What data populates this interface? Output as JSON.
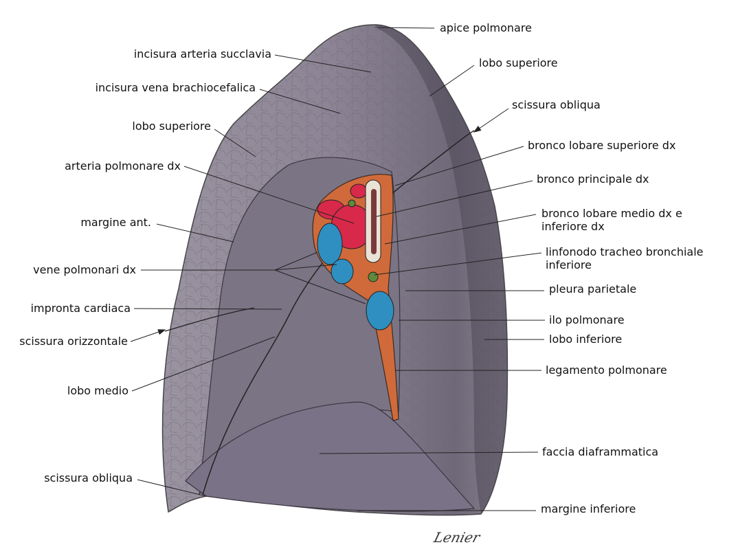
{
  "labels": [
    {
      "id": "apice-polmonare",
      "lines": [
        "apice polmonare"
      ]
    },
    {
      "id": "incisura-arteria-succlavia",
      "lines": [
        "incisura arteria succlavia"
      ]
    },
    {
      "id": "incisura-vena-brachiocefalica",
      "lines": [
        "incisura vena brachiocefalica"
      ]
    },
    {
      "id": "lobo-superiore-left",
      "lines": [
        "lobo superiore"
      ]
    },
    {
      "id": "arteria-polmonare-dx",
      "lines": [
        "arteria polmonare dx"
      ]
    },
    {
      "id": "margine-ant",
      "lines": [
        "margine ant."
      ]
    },
    {
      "id": "vene-polmonari-dx",
      "lines": [
        "vene polmonari dx"
      ]
    },
    {
      "id": "impronta-cardiaca",
      "lines": [
        "impronta cardiaca"
      ]
    },
    {
      "id": "scissura-orizzontale",
      "lines": [
        "scissura orizzontale"
      ]
    },
    {
      "id": "lobo-medio",
      "lines": [
        "lobo medio"
      ]
    },
    {
      "id": "scissura-obliqua-left",
      "lines": [
        "scissura obliqua"
      ]
    },
    {
      "id": "lobo-superiore-right",
      "lines": [
        "lobo superiore"
      ]
    },
    {
      "id": "scissura-obliqua-right",
      "lines": [
        "scissura obliqua"
      ]
    },
    {
      "id": "bronco-lobare-superiore-dx",
      "lines": [
        "bronco lobare superiore dx"
      ]
    },
    {
      "id": "bronco-principale-dx",
      "lines": [
        "bronco principale dx"
      ]
    },
    {
      "id": "bronco-lobare-medio-inferiore",
      "lines": [
        "bronco lobare medio dx e",
        "inferiore dx"
      ]
    },
    {
      "id": "linfonodo-tracheo-bronchiale",
      "lines": [
        "linfonodo tracheo bronchiale",
        "inferiore"
      ]
    },
    {
      "id": "pleura-parietale",
      "lines": [
        "pleura parietale"
      ]
    },
    {
      "id": "ilo-polmonare",
      "lines": [
        "ilo polmonare"
      ]
    },
    {
      "id": "lobo-inferiore",
      "lines": [
        "lobo inferiore"
      ]
    },
    {
      "id": "legamento-polmonare",
      "lines": [
        "legamento polmonare"
      ]
    },
    {
      "id": "faccia-diaframmatica",
      "lines": [
        "faccia diaframmatica"
      ]
    },
    {
      "id": "margine-inferiore",
      "lines": [
        "margine inferiore"
      ]
    }
  ],
  "signature": "Lenier",
  "colors": {
    "lung": "#8c8494",
    "lung_dark": "#55505e",
    "artery": "#d8294a",
    "vein": "#2f8fc0",
    "bronchus": "#e9e2d6",
    "tissue": "#d06a3a",
    "node": "#5f8a3a"
  }
}
